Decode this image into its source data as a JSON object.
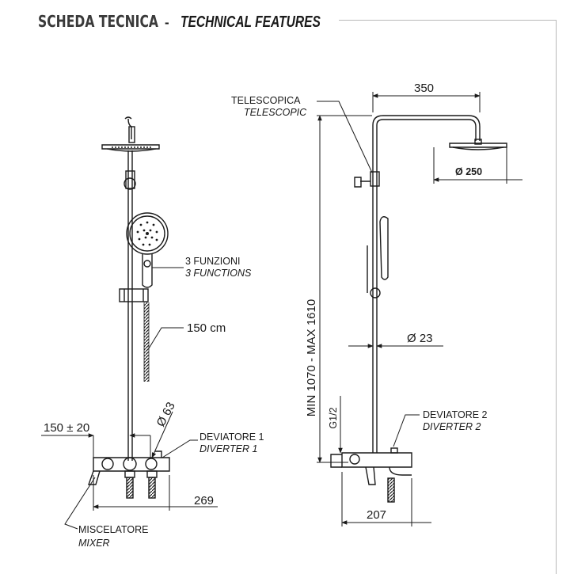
{
  "header": {
    "title_it": "SCHEDA TECNICA",
    "separator": " - ",
    "title_en": "TECHNICAL FEATURES"
  },
  "diagram": {
    "dim_slide_offset": "150 ± 20",
    "dim_outlet_diameter": "Ø 63",
    "dim_mixer_width": "269",
    "dim_hose_length": "150 cm",
    "label_functions_it": "3 FUNZIONI",
    "label_functions_en": "3 FUNCTIONS",
    "label_diverter1_it": "DEVIATORE 1",
    "label_diverter1_en": "DIVERTER 1",
    "label_mixer_it": "MISCELATORE",
    "label_mixer_en": "MIXER",
    "label_telescopic_it": "TELESCOPICA",
    "label_telescopic_en": "TELESCOPIC",
    "dim_arm_length": "350",
    "dim_head_diameter": "Ø 250",
    "dim_height_range": "MIN 1070 - MAX 1610",
    "dim_pipe_diameter": "Ø 23",
    "dim_connection": "G1/2",
    "label_diverter2_it": "DEVIATORE 2",
    "label_diverter2_en": "DIVERTER 2",
    "dim_depth": "207"
  },
  "colors": {
    "title": "#3a3a3a",
    "subtitle": "#8a8a8a",
    "line": "#1a1a1a",
    "frame": "#b8b8b8"
  }
}
